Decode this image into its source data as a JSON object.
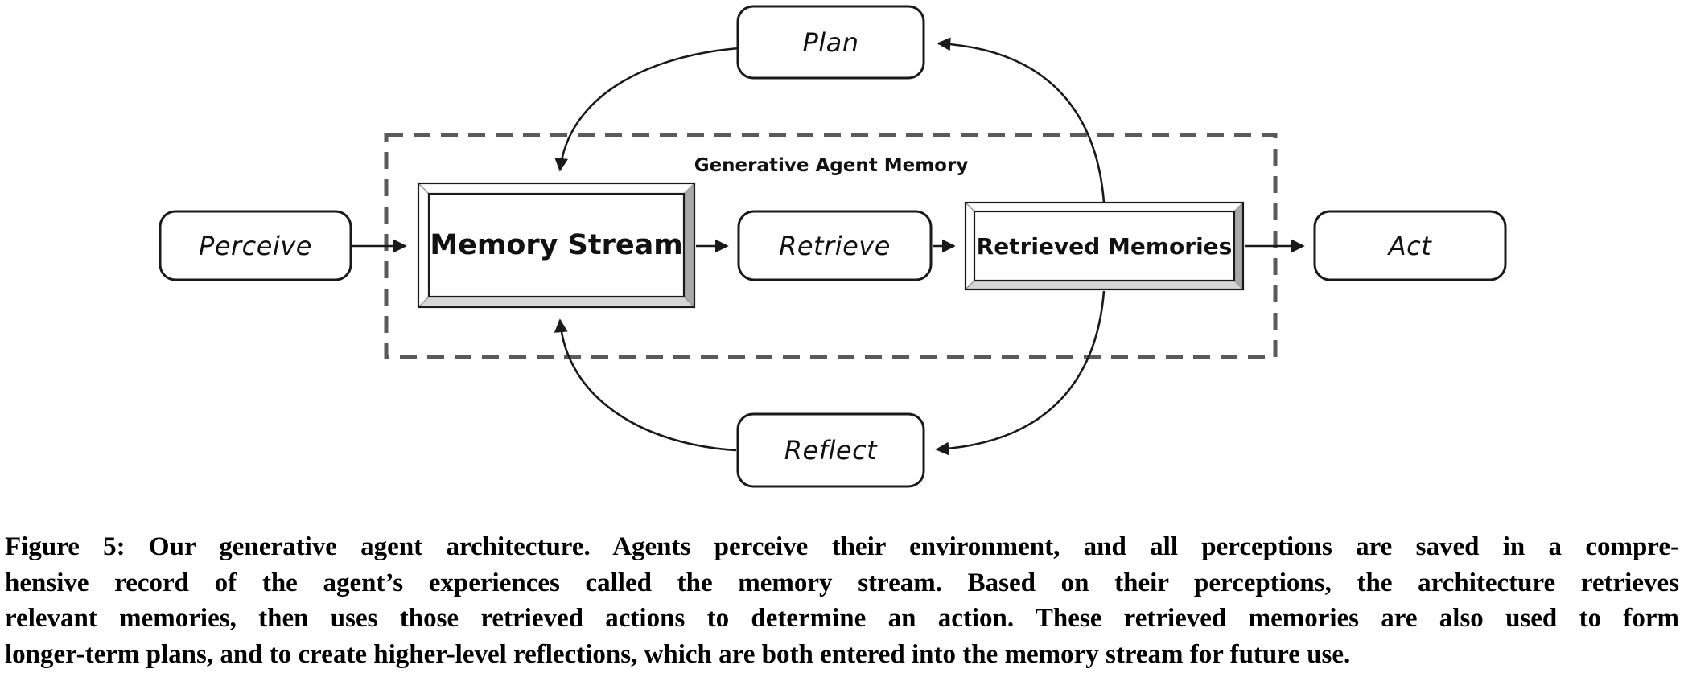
{
  "figure": {
    "diagram": {
      "memory_group_label": "Generative Agent Memory",
      "nodes": {
        "perceive": {
          "label": "Perceive"
        },
        "memory_stream": {
          "label": "Memory Stream"
        },
        "retrieve": {
          "label": "Retrieve"
        },
        "retrieved_memories": {
          "label": "Retrieved Memories"
        },
        "act": {
          "label": "Act"
        },
        "plan": {
          "label": "Plan"
        },
        "reflect": {
          "label": "Reflect"
        }
      },
      "flows": [
        "Perceive -> Memory Stream",
        "Memory Stream -> Retrieve",
        "Retrieve -> Retrieved Memories",
        "Retrieved Memories -> Act",
        "Retrieved Memories -> Plan",
        "Plan -> Memory Stream",
        "Retrieved Memories -> Reflect",
        "Reflect -> Memory Stream"
      ],
      "colors": {
        "line": "#1a1a1a",
        "dashed_border": "#5a5a5a",
        "frame_right": "#a9a9a9",
        "frame_bottom": "#d6d6d6",
        "miter_line": "#9a9a9a",
        "box_fill": "#ffffff"
      }
    },
    "caption": {
      "lines": [
        "Figure 5: Our generative agent architecture. Agents perceive their environment, and all perceptions are saved in a compre-",
        "hensive record of the agent’s experiences called the memory stream. Based on their perceptions, the architecture retrieves",
        "relevant memories, then uses those retrieved actions to determine an action. These retrieved memories are also used to form",
        "longer-term plans, and to create higher-level reflections, which are both entered into the memory stream for future use."
      ]
    }
  }
}
